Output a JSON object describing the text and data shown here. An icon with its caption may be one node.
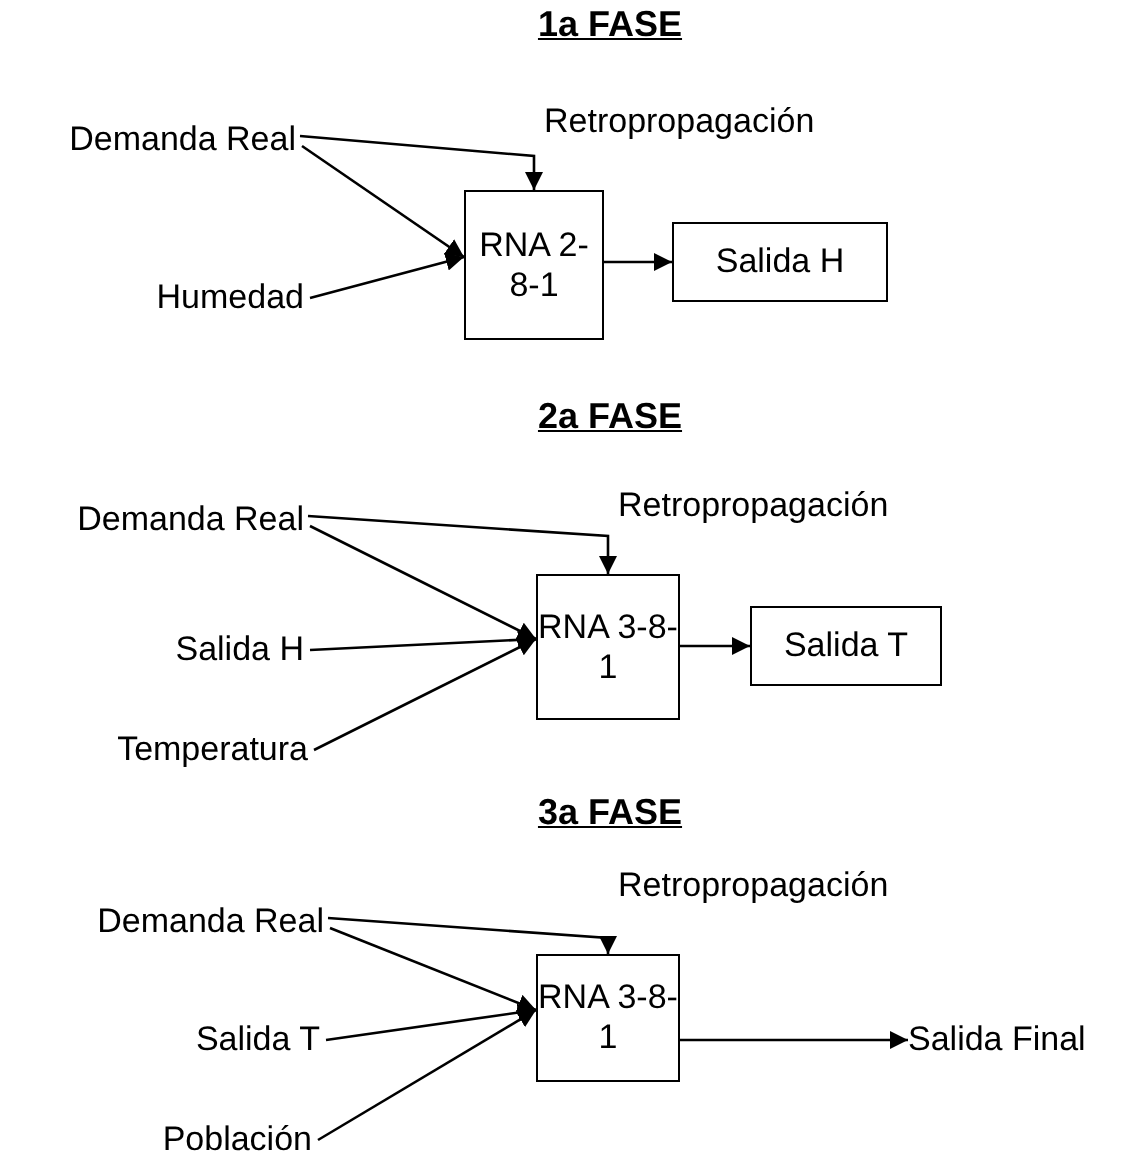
{
  "diagram": {
    "nodes": [
      {
        "text": [
          "Demanda Real"
        ]
      },
      {
        "text": [
          "Humedad"
        ]
      },
      {
        "text": [
          "RNA 2-8-1"
        ]
      },
      {
        "text": [
          "Salida H"
        ]
      },
      {
        "text": [
          "Demanda Real"
        ]
      },
      {
        "text": [
          "Salida H"
        ]
      },
      {
        "text": [
          "Temperatura"
        ]
      },
      {
        "text": [
          "RNA 3-8-1"
        ]
      },
      {
        "text": [
          "Salida T"
        ]
      },
      {
        "text": [
          "Demanda Real"
        ]
      },
      {
        "text": [
          "Salida T"
        ]
      },
      {
        "text": [
          "Población"
        ]
      },
      {
        "text": [
          "RNA 3-8-1"
        ]
      },
      {
        "text": [
          "Salida Final"
        ]
      }
    ],
    "edges": [
      {
        "from": 0,
        "to": 2,
        "arrow": "to",
        "label": "Retropropagación"
      },
      {
        "from": 0,
        "to": 2,
        "arrow": "to"
      },
      {
        "from": 1,
        "to": 2,
        "arrow": "to"
      },
      {
        "from": 2,
        "to": 3,
        "arrow": "to"
      },
      {
        "from": 4,
        "to": 7,
        "arrow": "to",
        "label": "Retropropagación"
      },
      {
        "from": 4,
        "to": 7,
        "arrow": "to"
      },
      {
        "from": 5,
        "to": 7,
        "arrow": "to"
      },
      {
        "from": 6,
        "to": 7,
        "arrow": "to"
      },
      {
        "from": 7,
        "to": 8,
        "arrow": "to"
      },
      {
        "from": 9,
        "to": 12,
        "arrow": "to",
        "label": "Retropropagación"
      },
      {
        "from": 9,
        "to": 12,
        "arrow": "to"
      },
      {
        "from": 10,
        "to": 12,
        "arrow": "to"
      },
      {
        "from": 11,
        "to": 12,
        "arrow": "to"
      },
      {
        "from": 12,
        "to": 13,
        "arrow": "to"
      }
    ],
    "labels": [
      "1a FASE",
      "2a FASE",
      "3a FASE"
    ]
  }
}
